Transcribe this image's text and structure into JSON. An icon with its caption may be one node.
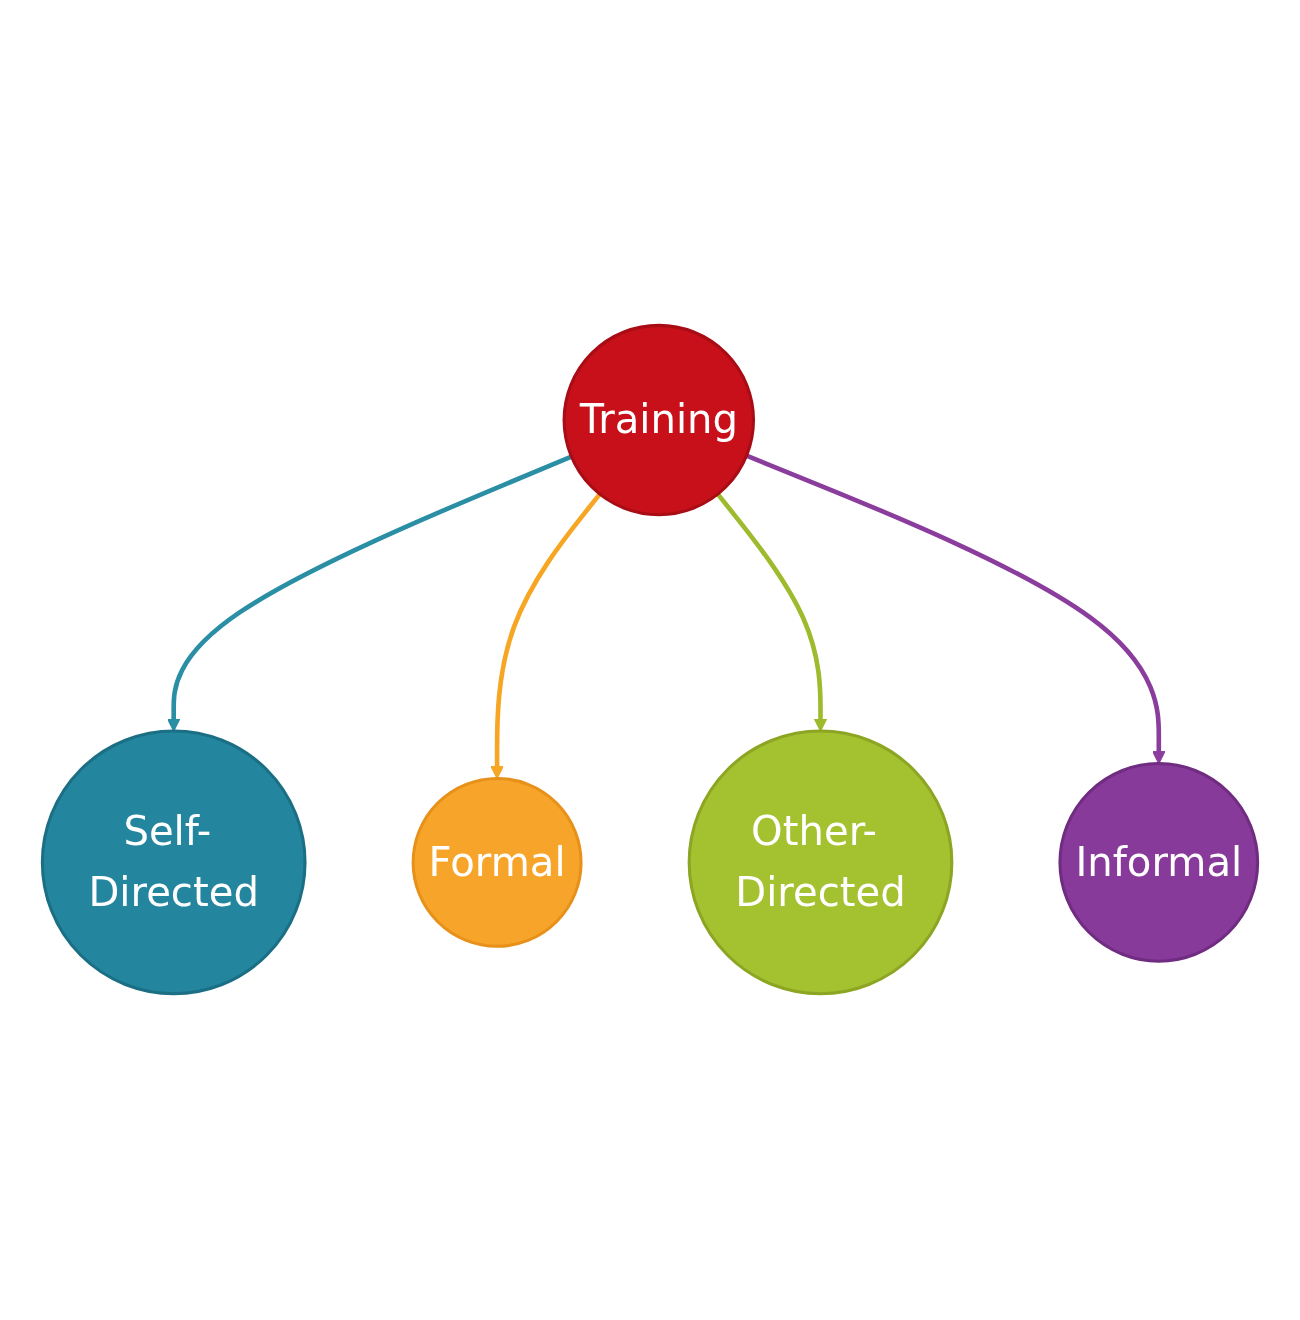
{
  "diagram": {
    "nodes": [
      {
        "text": [
          "Self- Directed"
        ]
      },
      {
        "text": [
          "Formal"
        ]
      },
      {
        "text": [
          "Training"
        ]
      },
      {
        "text": [
          "Other- Directed"
        ]
      },
      {
        "text": [
          "Informal"
        ]
      }
    ],
    "edges": [
      {
        "from": 2,
        "to": 0,
        "arrow": "to",
        "color": "#2a8ea5"
      },
      {
        "from": 2,
        "to": 1,
        "arrow": "to",
        "color": "#f6a623"
      },
      {
        "from": 2,
        "to": 3,
        "arrow": "to",
        "color": "#9dbb2c"
      },
      {
        "from": 2,
        "to": 4,
        "arrow": "to",
        "color": "#8a3d9c"
      }
    ]
  }
}
